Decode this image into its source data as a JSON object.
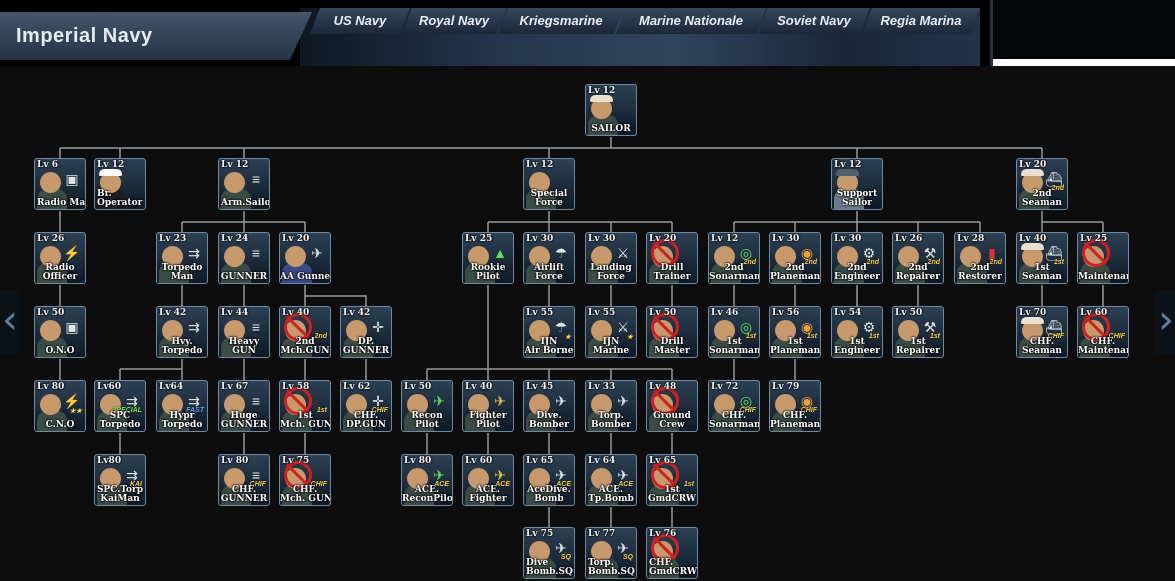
{
  "header": {
    "title": "Imperial Navy",
    "tabs": [
      "US Navy",
      "Royal Navy",
      "Kriegsmarine",
      "Marine Nationale",
      "Soviet Navy",
      "Regia Marina"
    ]
  },
  "nav": {
    "left_arrow": "‹",
    "right_arrow": "›"
  },
  "colors": {
    "background": "#0d0d0d",
    "line": "#9a9a9a",
    "node_border": "#6e8aa0",
    "badge": "#ffd23a",
    "forbidden": "#d2201f"
  },
  "nodes": [
    {
      "id": "sailor",
      "lv": "Lv 12",
      "name": "SAILOR",
      "icon": "sailor-icon"
    },
    {
      "id": "radio_man",
      "lv": "Lv 6",
      "name": "Radio Man",
      "icon": "radio-icon"
    },
    {
      "id": "br_operator",
      "lv": "Lv 12",
      "name": "Br.\nOperator",
      "icon": "officer-icon"
    },
    {
      "id": "arm_sailor",
      "lv": "Lv 12",
      "name": "Arm.Sailor",
      "icon": "gun-icon"
    },
    {
      "id": "special_force",
      "lv": "Lv 12",
      "name": "Special\nForce",
      "icon": "special-icon"
    },
    {
      "id": "support_sailor",
      "lv": "Lv 12",
      "name": "Support\nSailor",
      "icon": "support-icon"
    },
    {
      "id": "2nd_seaman",
      "lv": "Lv 20",
      "name": "2nd\nSeaman",
      "icon": "seaman-icon",
      "badge": "2nd"
    },
    {
      "id": "radio_officer",
      "lv": "Lv 26",
      "name": "Radio\nOfficer",
      "icon": "radio-icon"
    },
    {
      "id": "ono",
      "lv": "Lv 50",
      "name": "O.N.O",
      "icon": "radio-icon"
    },
    {
      "id": "cno",
      "lv": "Lv 80",
      "name": "C.N.O",
      "icon": "radio-icon",
      "badge": "★★"
    },
    {
      "id": "torpedo_man",
      "lv": "Lv 23",
      "name": "Torpedo\nMan",
      "icon": "torpedo-icon"
    },
    {
      "id": "gunner",
      "lv": "Lv 24",
      "name": "GUNNER",
      "icon": "gun-icon"
    },
    {
      "id": "aa_gunner",
      "lv": "Lv 20",
      "name": "AA Gunner",
      "icon": "plane-icon"
    },
    {
      "id": "hvy_torpedo",
      "lv": "Lv 42",
      "name": "Hvy.\nTorpedo",
      "icon": "torpedo-icon"
    },
    {
      "id": "heavy_gun",
      "lv": "Lv 44",
      "name": "Heavy\nGUN",
      "icon": "gun-icon"
    },
    {
      "id": "2nd_mch_gun",
      "lv": "Lv 40",
      "name": "2nd\nMch.GUN",
      "icon": "mg-icon",
      "badge": "2nd",
      "forbidden": true
    },
    {
      "id": "dp_gunner",
      "lv": "Lv 42",
      "name": "DP.\nGUNNER",
      "icon": "gun-icon"
    },
    {
      "id": "spc_torpedo",
      "lv": "Lv60",
      "name": "SPC\nTorpedo",
      "icon": "torpedo-icon",
      "badge": "SPECIAL"
    },
    {
      "id": "hypr_torpedo",
      "lv": "Lv64",
      "name": "Hypr\nTorpedo",
      "icon": "torpedo-icon",
      "badge": "FAST"
    },
    {
      "id": "huge_gunner",
      "lv": "Lv 67",
      "name": "Huge\nGUNNER",
      "icon": "gun-icon"
    },
    {
      "id": "1st_mch_gun",
      "lv": "Lv 58",
      "name": "1st\nMch. GUN",
      "icon": "mg-icon",
      "badge": "1st",
      "forbidden": true
    },
    {
      "id": "chf_dp_gun",
      "lv": "Lv 62",
      "name": "CHF.\nDP.GUN",
      "icon": "gun-icon",
      "badge": "CHIF"
    },
    {
      "id": "spc_torp_kaiman",
      "lv": "Lv80",
      "name": "SPC.Torp\nKaiMan",
      "icon": "torpedo-icon",
      "badge": "KAI"
    },
    {
      "id": "chf_gunner",
      "lv": "Lv 80",
      "name": "CHF.\nGUNNER",
      "icon": "gun-icon",
      "badge": "CHIF"
    },
    {
      "id": "chf_mch_gun",
      "lv": "Lv 75",
      "name": "CHF.\nMch. GUN",
      "icon": "mg-icon",
      "badge": "CHIF",
      "forbidden": true
    },
    {
      "id": "rookie_pilot",
      "lv": "Lv 25",
      "name": "Rookie\nPilot",
      "icon": "pilot-icon"
    },
    {
      "id": "airlift_force",
      "lv": "Lv 30",
      "name": "Airlift\nForce",
      "icon": "parachute-icon"
    },
    {
      "id": "landing_force",
      "lv": "Lv 30",
      "name": "Landing\nForce",
      "icon": "landing-icon"
    },
    {
      "id": "drill_trainer",
      "lv": "Lv 20",
      "name": "Drill\nTrainer",
      "icon": "drill-icon",
      "forbidden": true
    },
    {
      "id": "ijn_airborne",
      "lv": "Lv 55",
      "name": "IJN\nAir Borne",
      "icon": "parachute-icon",
      "badge": "★"
    },
    {
      "id": "ijn_marine",
      "lv": "Lv 55",
      "name": "IJN\nMarine",
      "icon": "landing-icon",
      "badge": "★"
    },
    {
      "id": "drill_master",
      "lv": "Lv 50",
      "name": "Drill\nMaster",
      "icon": "drill-icon",
      "forbidden": true
    },
    {
      "id": "recon_pilot",
      "lv": "Lv 50",
      "name": "Recon\nPilot",
      "icon": "plane-icon"
    },
    {
      "id": "fighter_pilot",
      "lv": "Lv 40",
      "name": "Fighter\nPilot",
      "icon": "plane-icon"
    },
    {
      "id": "dive_bomber",
      "lv": "Lv 45",
      "name": "Dive.\nBomber",
      "icon": "bomb-icon"
    },
    {
      "id": "torp_bomber",
      "lv": "Lv 33",
      "name": "Torp.\nBomber",
      "icon": "plane-icon"
    },
    {
      "id": "ground_crew",
      "lv": "Lv 48",
      "name": "Ground\nCrew",
      "icon": "plane-icon",
      "forbidden": true
    },
    {
      "id": "ace_recon_pilot",
      "lv": "Lv 80",
      "name": "ACE.\nReconPilot",
      "icon": "plane-icon",
      "badge": "ACE"
    },
    {
      "id": "ace_fighter",
      "lv": "Lv 60",
      "name": "ACE.\nFighter",
      "icon": "plane-icon",
      "badge": "ACE"
    },
    {
      "id": "ace_dive_bomb",
      "lv": "Lv 65",
      "name": "AceDive.\nBomb",
      "icon": "bomb-icon",
      "badge": "ACE"
    },
    {
      "id": "ace_tp_bomb",
      "lv": "Lv 64",
      "name": "ACE.\nTp.Bomb",
      "icon": "plane-icon",
      "badge": "ACE"
    },
    {
      "id": "1st_gmdcrw",
      "lv": "Lv 65",
      "name": "1st\nGmdCRW",
      "icon": "plane-icon",
      "badge": "1st",
      "forbidden": true
    },
    {
      "id": "dive_bomb_sq",
      "lv": "Lv 75",
      "name": "Dive\nBomb.SQ",
      "icon": "bomb-icon",
      "badge": "SQ"
    },
    {
      "id": "torp_bomb_sq",
      "lv": "Lv 77",
      "name": "Torp.\nBomb.SQ",
      "icon": "plane-icon",
      "badge": "SQ"
    },
    {
      "id": "chf_gmdcrw",
      "lv": "Lv 76",
      "name": "CHF.\nGmdCRW",
      "icon": "plane-icon",
      "forbidden": true
    },
    {
      "id": "2nd_sonarman",
      "lv": "Lv 12",
      "name": "2nd\nSonarman",
      "icon": "sonar-icon",
      "badge": "2nd"
    },
    {
      "id": "2nd_planeman",
      "lv": "Lv 30",
      "name": "2nd\nPlaneman",
      "icon": "gauge-icon",
      "badge": "2nd"
    },
    {
      "id": "2nd_engineer",
      "lv": "Lv 30",
      "name": "2nd\nEngineer",
      "icon": "engine-icon",
      "badge": "2nd"
    },
    {
      "id": "2nd_repairer",
      "lv": "Lv 26",
      "name": "2nd\nRepairer",
      "icon": "wrench-icon",
      "badge": "2nd"
    },
    {
      "id": "2nd_restorer",
      "lv": "Lv 28",
      "name": "2nd\nRestorer",
      "icon": "extinguisher-icon",
      "badge": "2nd"
    },
    {
      "id": "1st_sonarman",
      "lv": "Lv 46",
      "name": "1st\nSonarman",
      "icon": "sonar-icon",
      "badge": "1st"
    },
    {
      "id": "1st_planeman",
      "lv": "Lv 56",
      "name": "1st\nPlaneman",
      "icon": "gauge-icon",
      "badge": "1st"
    },
    {
      "id": "1st_engineer",
      "lv": "Lv 54",
      "name": "1st\nEngineer",
      "icon": "engine-icon",
      "badge": "1st"
    },
    {
      "id": "1st_repairer",
      "lv": "Lv 50",
      "name": "1st\nRepairer",
      "icon": "wrench-icon",
      "badge": "1st"
    },
    {
      "id": "chf_sonarman",
      "lv": "Lv 72",
      "name": "CHF.\nSonarman",
      "icon": "sonar-icon",
      "badge": "CHIF"
    },
    {
      "id": "chf_planeman",
      "lv": "Lv 79",
      "name": "CHF.\nPlaneman",
      "icon": "gauge-icon",
      "badge": "CHIF"
    },
    {
      "id": "1st_seaman",
      "lv": "Lv 40",
      "name": "1st\nSeaman",
      "icon": "seaman-icon",
      "badge": "1st"
    },
    {
      "id": "maintenance",
      "lv": "Lv 25",
      "name": "Maintenance",
      "icon": "maintenance-icon",
      "forbidden": true
    },
    {
      "id": "chf_seaman",
      "lv": "Lv 70",
      "name": "CHF.\nSeaman",
      "icon": "seaman-icon",
      "badge": "CHIF"
    },
    {
      "id": "chf_maintenance",
      "lv": "Lv 60",
      "name": "CHF.\nMaintenance",
      "icon": "maintenance-icon",
      "badge": "CHIF",
      "forbidden": true
    }
  ]
}
